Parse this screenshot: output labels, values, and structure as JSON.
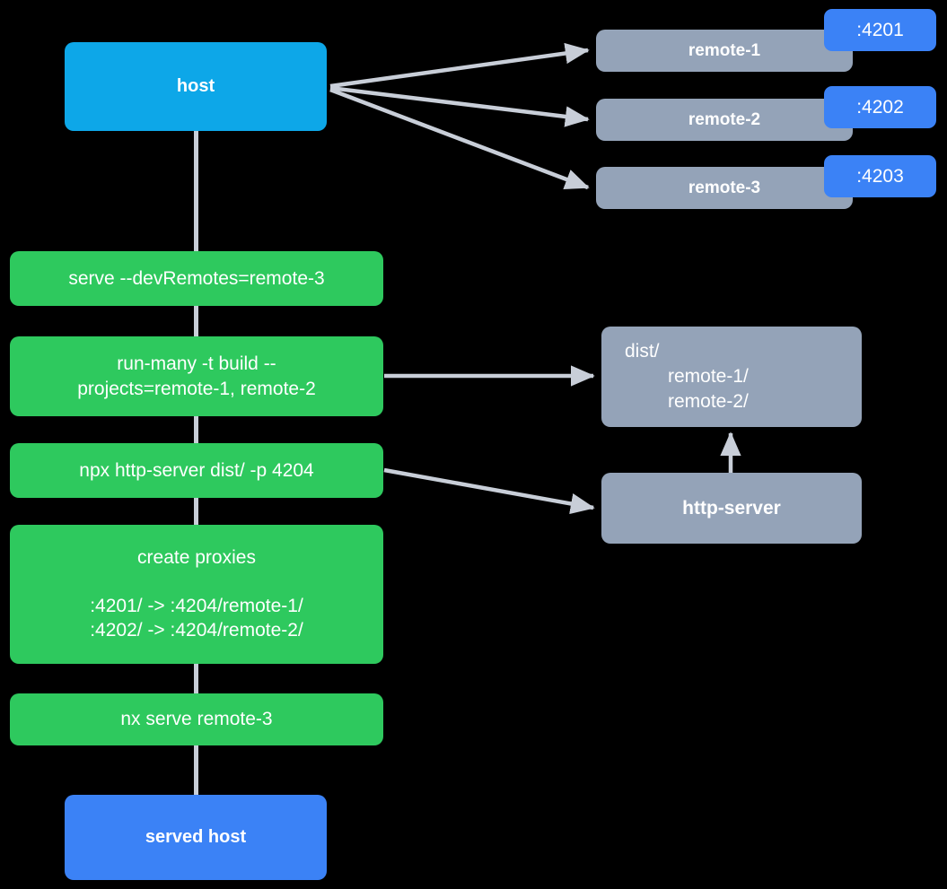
{
  "diagram": {
    "type": "flow-diagram",
    "title": "",
    "background": "#000000",
    "colors": {
      "host": "#0da7e8",
      "served_host": "#3b82f6",
      "command": "#2ec95e",
      "remote": "#94a3b8",
      "artifact": "#94a3b8",
      "port_badge": "#3b82f6",
      "edge": "#c8ced8",
      "text": "#ffffff"
    }
  },
  "nodes": {
    "host": {
      "label": "host"
    },
    "served_host": {
      "label": "served host"
    },
    "remotes": [
      {
        "label": "remote-1",
        "port": ":4201"
      },
      {
        "label": "remote-2",
        "port": ":4202"
      },
      {
        "label": "remote-3",
        "port": ":4203"
      }
    ],
    "commands": [
      {
        "lines": [
          "serve --devRemotes=remote-3"
        ]
      },
      {
        "lines": [
          "run-many -t build --",
          "projects=remote-1, remote-2"
        ]
      },
      {
        "lines": [
          "npx http-server dist/ -p 4204"
        ]
      },
      {
        "lines": [
          "create proxies",
          "",
          ":4201/ -> :4204/remote-1/",
          ":4202/ -> :4204/remote-2/"
        ]
      },
      {
        "lines": [
          "nx serve remote-3"
        ]
      }
    ],
    "dist": {
      "root": "dist/",
      "children": [
        "remote-1/",
        "remote-2/"
      ]
    },
    "http_server": {
      "label": "http-server"
    }
  },
  "edges": [
    {
      "from": "host",
      "to": "remote-1"
    },
    {
      "from": "host",
      "to": "remote-2"
    },
    {
      "from": "host",
      "to": "remote-3"
    },
    {
      "from": "run-many-command",
      "to": "dist"
    },
    {
      "from": "npx-http-server-command",
      "to": "http-server"
    },
    {
      "from": "http-server",
      "to": "dist"
    },
    {
      "from": "host",
      "to": "served-host-spine"
    }
  ]
}
